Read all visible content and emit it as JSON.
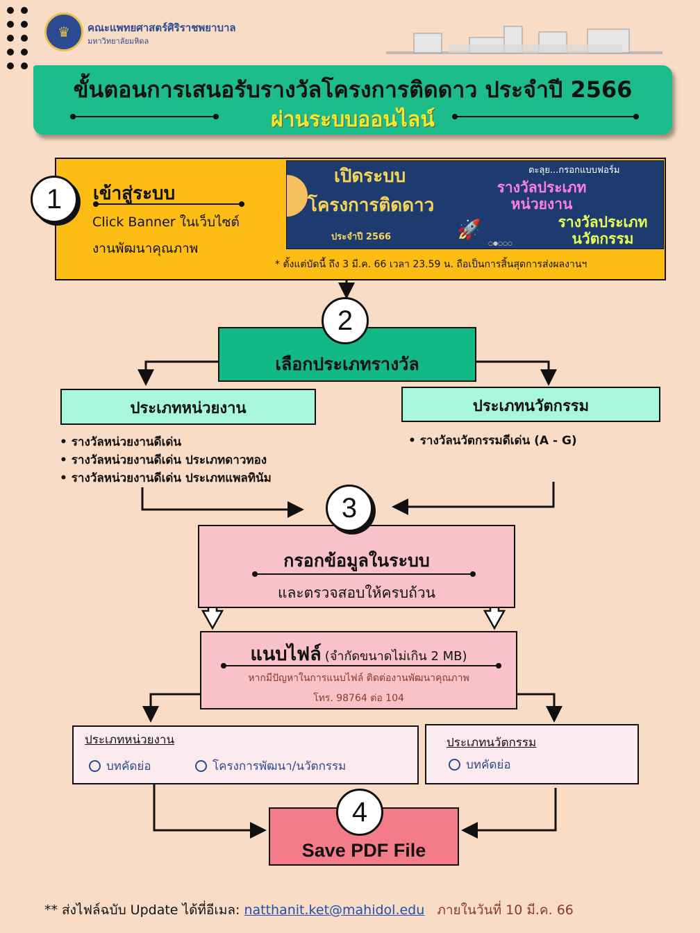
{
  "header": {
    "faculty": "คณะแพทยศาสตร์ศิริราชพยาบาล",
    "university": "มหาวิทยาลัยมหิดล"
  },
  "title": {
    "line1": "ขั้นตอนการเสนอรับรางวัลโครงการติดดาว ประจำปี 2566",
    "line2": "ผ่านระบบออนไลน์"
  },
  "step1": {
    "number": "1",
    "heading": "เข้าสู่ระบบ",
    "line1": "Click Banner ในเว็บไซต์",
    "line2": "งานพัฒนาคุณภาพ",
    "note": "* ตั้งแต่บัดนี้ ถึง 3 มี.ค. 66 เวลา 23.59 น. ถือเป็นการสิ้นสุดการส่งผลงานฯ",
    "banner": {
      "open": "เปิดระบบ",
      "project": "โครงการติดดาว",
      "year": "ประจำปี 2566",
      "hurry": "ตะลุย...กรอกแบบฟอร์ม",
      "award1a": "รางวัลประเภท",
      "award1b": "หน่วยงาน",
      "award2a": "รางวัลประเภท",
      "award2b": "นวัตกรรม"
    }
  },
  "step2": {
    "number": "2",
    "label": "เลือกประเภทรางวัล",
    "unit": {
      "label": "ประเภทหน่วยงาน",
      "items": [
        "รางวัลหน่วยงานดีเด่น",
        "รางวัลหน่วยงานดีเด่น  ประเภทดาวทอง",
        "รางวัลหน่วยงานดีเด่น  ประเภทแพลทินัม"
      ]
    },
    "innovation": {
      "label": "ประเภทนวัตกรรม",
      "items": [
        "รางวัลนวัตกรรมดีเด่น  (A - G)"
      ]
    }
  },
  "step3": {
    "number": "3",
    "heading": "กรอกข้อมูลในระบบ",
    "sub": "และตรวจสอบให้ครบถ้วน",
    "attach": {
      "heading": "แนบไฟล์",
      "limit": "(จำกัดขนาดไม่เกิน 2 MB)",
      "help": "หากมีปัญหาในการแนบไฟล์  ติดต่องานพัฒนาคุณภาพ",
      "phone": "โทร. 98764  ต่อ 104"
    },
    "unit_files": {
      "label": "ประเภทหน่วยงาน",
      "options": [
        "บทคัดย่อ",
        "โครงการพัฒนา/นวัตกรรม"
      ]
    },
    "innovation_files": {
      "label": "ประเภทนวัตกรรม",
      "options": [
        "บทคัดย่อ"
      ]
    }
  },
  "step4": {
    "number": "4",
    "label": "Save PDF File"
  },
  "footer": {
    "prefix": "** ส่งไฟล์ฉบับ Update ได้ที่อีเมล:",
    "email": "natthanit.ket@mahidol.edu",
    "deadline": "ภายในวันที่ 10 มี.ค. 66"
  }
}
